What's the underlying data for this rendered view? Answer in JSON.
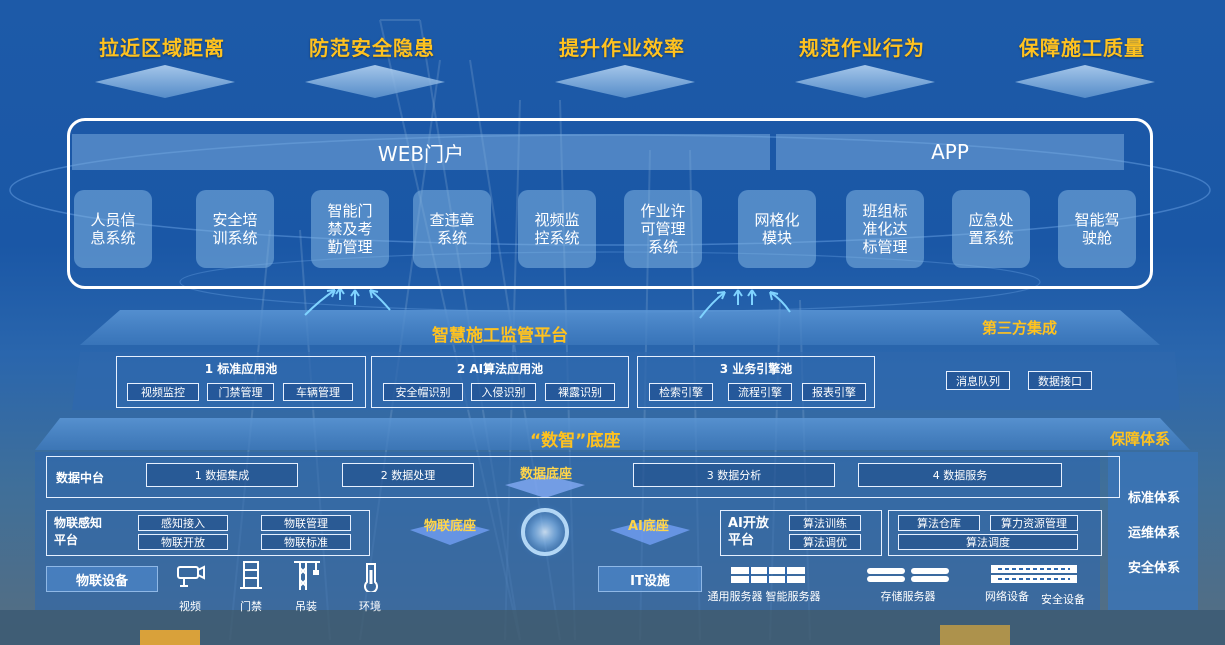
{
  "goals": [
    "拉近区域距离",
    "防范安全隐患",
    "提升作业效率",
    "规范作业行为",
    "保障施工质量"
  ],
  "portal": {
    "web": "WEB门户",
    "app": "APP"
  },
  "systems": [
    "人员信息系统",
    "安全培训系统",
    "智能门禁及考勤管理",
    "查违章系统",
    "视频监控系统",
    "作业许可管理系统",
    "网格化模块",
    "班组标准化达标管理",
    "应急处置系统",
    "智能驾驶舱"
  ],
  "platform": {
    "title": "智慧施工监管平台",
    "third_party_title": "第三方集成",
    "pools": [
      {
        "title": "1 标准应用池",
        "items": [
          "视频监控",
          "门禁管理",
          "车辆管理"
        ]
      },
      {
        "title": "2 AI算法应用池",
        "items": [
          "安全帽识别",
          "入侵识别",
          "裸露识别"
        ]
      },
      {
        "title": "3 业务引擎池",
        "items": [
          "检索引擎",
          "流程引擎",
          "报表引擎"
        ]
      }
    ],
    "third_party_items": [
      "消息队列",
      "数据接口"
    ]
  },
  "base": {
    "title": "“数智”底座",
    "bases": [
      "数据底座",
      "物联底座",
      "AI底座"
    ],
    "data_platform": {
      "label": "数据中台",
      "steps": [
        "1 数据集成",
        "2 数据处理",
        "3 数据分析",
        "4 数据服务"
      ]
    },
    "iot_platform": {
      "label": "物联感知平台",
      "items": [
        "感知接入",
        "物联管理",
        "物联开放",
        "物联标准"
      ]
    },
    "ai_platform": {
      "label": "AI开放平台",
      "items": [
        "算法训练",
        "算法调优"
      ]
    },
    "compute": {
      "items": [
        "算法仓库",
        "算力资源管理",
        "算法调度"
      ]
    }
  },
  "devices": {
    "iot_label": "物联设备",
    "iot_items": [
      "视频",
      "门禁",
      "吊装",
      "环境"
    ],
    "it_label": "IT设施",
    "it_items": [
      "通用服务器",
      "智能服务器",
      "存储服务器",
      "网络设备",
      "安全设备"
    ]
  },
  "guarantee": {
    "title": "保障体系",
    "items": [
      "标准体系",
      "运维体系",
      "安全体系"
    ]
  },
  "colors": {
    "accent_gold": "#ffc21f",
    "background_blue": "#1d5aa8",
    "frame_white": "#ffffff",
    "arrow_cyan": "#7fd3ff"
  },
  "icons": [
    "camera-icon",
    "gate-icon",
    "crane-icon",
    "thermometer-icon",
    "server-rack-icon",
    "storage-icon",
    "network-device-icon"
  ]
}
